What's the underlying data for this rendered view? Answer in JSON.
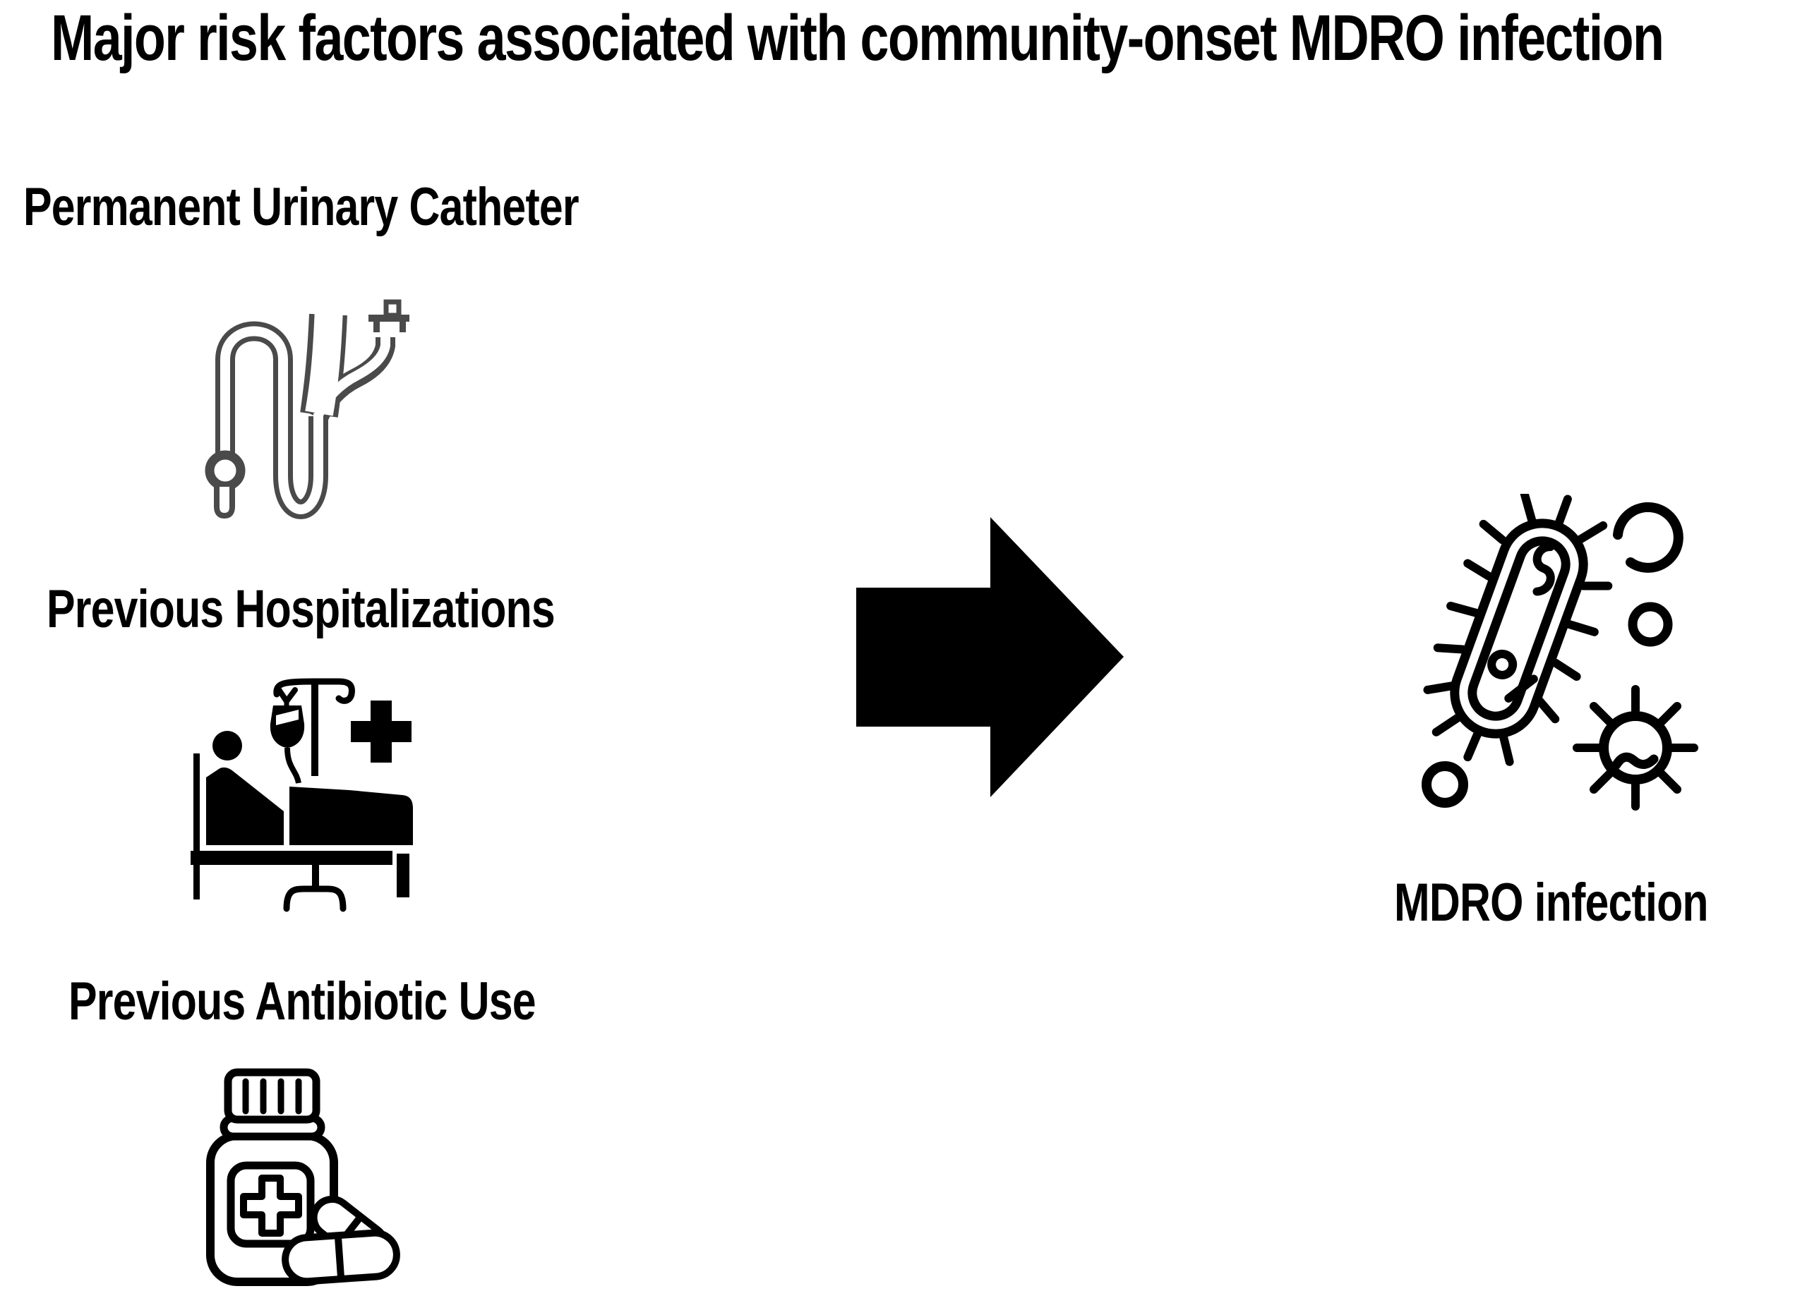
{
  "title": "Major risk factors associated with community-onset MDRO infection",
  "risk_factors": [
    {
      "label": "Permanent Urinary Catheter",
      "icon": "urinary-catheter-icon"
    },
    {
      "label": "Previous Hospitalizations",
      "icon": "hospital-bed-icon"
    },
    {
      "label": "Previous Antibiotic Use",
      "icon": "pill-bottle-icon"
    }
  ],
  "arrow": {
    "direction": "right",
    "meaning": "leads to"
  },
  "outcome": {
    "label": "MDRO infection",
    "icon": "bacteria-icon"
  },
  "colors": {
    "background": "#ffffff",
    "ink": "#000000",
    "catheter_gray": "#4a4a4a"
  }
}
